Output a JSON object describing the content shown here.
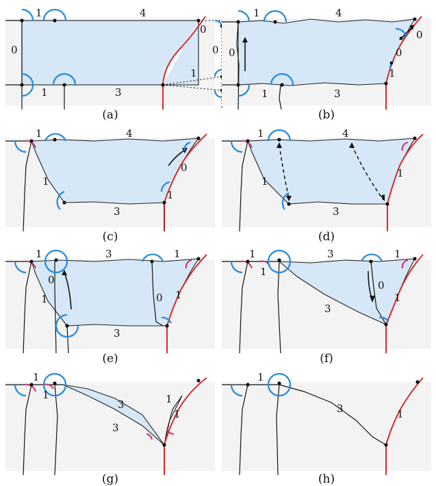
{
  "captions": [
    "(a)",
    "(b)",
    "(c)",
    "(d)",
    "(e)",
    "(f)",
    "(g)",
    "(h)"
  ],
  "panel_a": {
    "top_left": "1",
    "top": "4",
    "left": "0",
    "bottom_left": "1",
    "bottom": "3",
    "right_top": "0",
    "right_mid": "0",
    "right_low": "1"
  },
  "panel_b": {
    "top_left": "1",
    "top": "4",
    "left": "0",
    "right_top": "0",
    "right_mid": "0",
    "right_low": "1",
    "bottom_left": "1",
    "bottom": "3"
  },
  "panel_c": {
    "top_left": "1",
    "top": "4",
    "right_top": "0",
    "diag": "1",
    "right_low": "1",
    "bottom": "3"
  },
  "panel_d": {
    "top_left": "1",
    "top": "4",
    "diag": "1",
    "right": "1",
    "bottom": "3"
  },
  "panel_e": {
    "top_left": "1",
    "top": "3",
    "top_right": "1",
    "left_mid": "0",
    "diag": "1",
    "right_mid": "0",
    "right": "1",
    "bottom": "3"
  },
  "panel_f": {
    "top_left": "1",
    "top_left2": "1",
    "top": "3",
    "top_right": "1",
    "right_mid": "0",
    "right": "1",
    "diag": "3"
  },
  "panel_g": {
    "top_left": "1",
    "top_left2": "1",
    "diag_upper": "3",
    "diag_lower": "3",
    "right_upper": "1",
    "right_lower": "1"
  },
  "panel_h": {
    "top_left": "1",
    "diag": "3",
    "right": "1"
  }
}
